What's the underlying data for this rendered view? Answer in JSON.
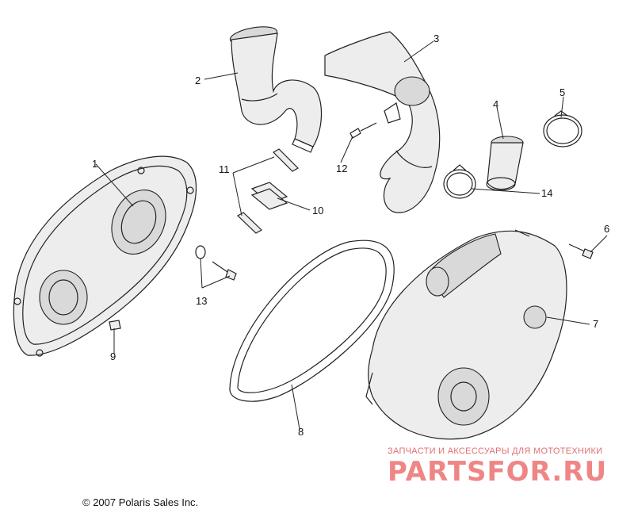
{
  "callouts": [
    {
      "id": "1",
      "label": "1"
    },
    {
      "id": "2",
      "label": "2"
    },
    {
      "id": "3",
      "label": "3"
    },
    {
      "id": "4",
      "label": "4"
    },
    {
      "id": "5",
      "label": "5"
    },
    {
      "id": "6",
      "label": "6"
    },
    {
      "id": "7",
      "label": "7"
    },
    {
      "id": "8",
      "label": "8"
    },
    {
      "id": "9",
      "label": "9"
    },
    {
      "id": "10",
      "label": "10"
    },
    {
      "id": "11",
      "label": "11"
    },
    {
      "id": "12",
      "label": "12"
    },
    {
      "id": "13",
      "label": "13"
    },
    {
      "id": "14",
      "label": "14"
    }
  ],
  "copyright": "© 2007 Polaris Sales Inc.",
  "watermark": {
    "tagline": "ЗАПЧАСТИ И АКСЕССУАРЫ ДЛЯ МОТОТЕХНИКИ",
    "brand": "PARTSFOR.RU"
  }
}
